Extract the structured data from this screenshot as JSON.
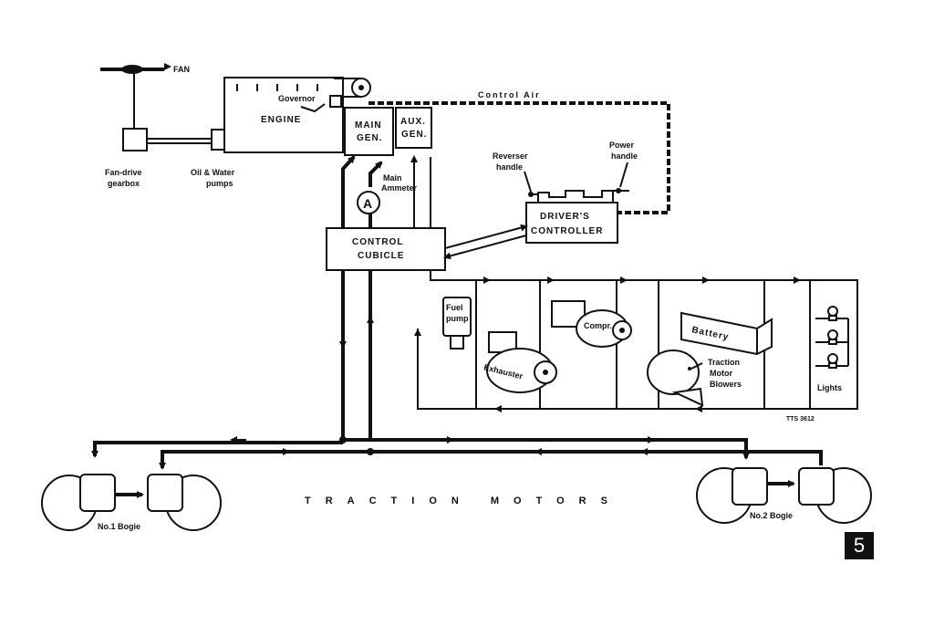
{
  "labels": {
    "fan": "FAN",
    "fan_drive_gearbox": [
      "Fan-drive",
      "gearbox"
    ],
    "oil_water_pumps": [
      "Oil & Water",
      "pumps"
    ],
    "governor": "Governor",
    "engine": "ENGINE",
    "main_gen": [
      "MAIN",
      "GEN."
    ],
    "aux_gen": [
      "AUX.",
      "GEN."
    ],
    "control_air": "Control Air",
    "main_ammeter": [
      "Main",
      "Ammeter"
    ],
    "ammeter_symbol": "A",
    "reverser_handle": [
      "Reverser",
      "handle"
    ],
    "power_handle": [
      "Power",
      "handle"
    ],
    "drivers_controller": [
      "DRIVER'S",
      "CONTROLLER"
    ],
    "control_cubicle": [
      "CONTROL",
      "CUBICLE"
    ],
    "fuel_pump": [
      "Fuel",
      "pump"
    ],
    "exhauster": "Exhauster",
    "compressor": "Compr.",
    "battery": "Battery",
    "traction_motor_blowers": [
      "Traction",
      "Motor",
      "Blowers"
    ],
    "lights": "Lights",
    "ref_code": "TTS 3612",
    "traction_motors": "TRACTION MOTORS",
    "bogie_1": "No.1 Bogie",
    "bogie_2": "No.2 Bogie",
    "page_number": "5"
  },
  "colors": {
    "ink": "#111111",
    "paper": "#ffffff"
  }
}
